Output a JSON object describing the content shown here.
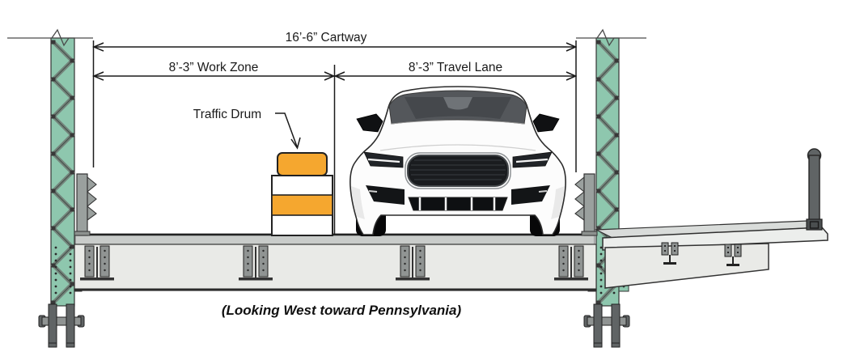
{
  "diagram": {
    "caption": "(Looking West toward Pennsylvania)",
    "dimensions": {
      "cartway_label": "16’-6” Cartway",
      "work_zone_label": "8’-3” Work Zone",
      "travel_lane_label": "8’-3” Travel Lane"
    },
    "annotations": {
      "traffic_drum_label": "Traffic Drum"
    },
    "colors": {
      "truss_green": "#8ec7ae",
      "truss_brace": "#74857c",
      "drum_orange": "#f5a72f",
      "deck_light": "#e9eae7",
      "deck_strip": "#c9ccca",
      "steel_dark": "#606465",
      "steel_mid": "#909493",
      "line_dark": "#1a1a1a"
    }
  }
}
